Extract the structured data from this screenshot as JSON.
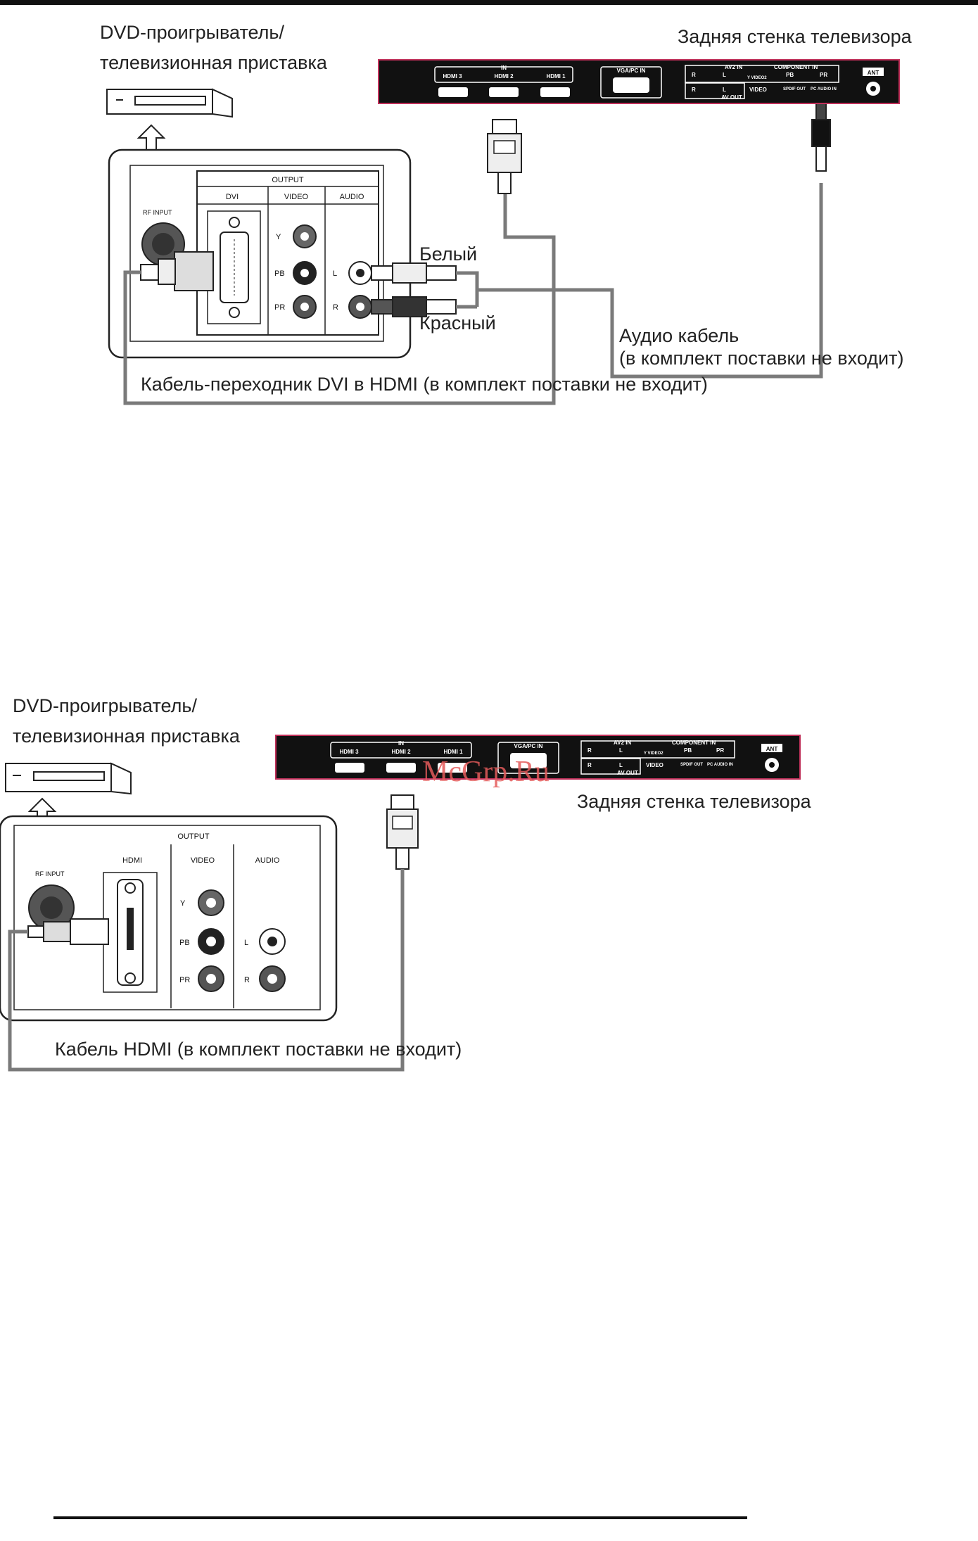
{
  "diagram1": {
    "device_label_line1": "DVD-проигрыватель/",
    "device_label_line2": "телевизионная приставка",
    "tv_label": "Задняя стенка телевизора",
    "player_panel": {
      "rf_input": "RF INPUT",
      "output": "OUTPUT",
      "dvi": "DVI",
      "video": "VIDEO",
      "audio": "AUDIO",
      "y": "Y",
      "pb": "PB",
      "pr": "PR",
      "l": "L",
      "r": "R"
    },
    "white_label": "Белый",
    "red_label": "Красный",
    "audio_cable_line1": "Аудио кабель",
    "audio_cable_line2": "(в комплект поставки не входит)",
    "dvi_cable_label": "Кабель-переходник DVI в HDMI (в комплект поставки не входит)"
  },
  "diagram2": {
    "device_label_line1": "DVD-проигрыватель/",
    "device_label_line2": "телевизионная приставка",
    "tv_label": "Задняя стенка телевизора",
    "player_panel": {
      "rf_input": "RF INPUT",
      "output": "OUTPUT",
      "hdmi": "HDMI",
      "video": "VIDEO",
      "audio": "AUDIO",
      "y": "Y",
      "pb": "PB",
      "pr": "PR",
      "l": "L",
      "r": "R"
    },
    "hdmi_cable_label": "Кабель HDMI (в комплект поставки не входит)"
  },
  "tv_panel": {
    "in": "IN",
    "hdmi3": "HDMI 3",
    "hdmi2": "HDMI 2",
    "hdmi1": "HDMI 1",
    "vga": "VGA/PC IN",
    "av2_in": "AV2 IN",
    "component_in": "COMPONENT IN",
    "r": "R",
    "l": "L",
    "y_video2": "Y VIDEO2",
    "pb": "PB",
    "pr": "PR",
    "av_out": "AV OUT",
    "video": "VIDEO",
    "spdif": "SPDIF OUT",
    "pc_audio": "PC AUDIO IN",
    "ant": "ANT"
  },
  "watermark": "McGrp.Ru",
  "colors": {
    "tv_panel": "#111111",
    "tv_outline": "#c0305a",
    "cable": "#7a7a7a",
    "line": "#222222"
  }
}
